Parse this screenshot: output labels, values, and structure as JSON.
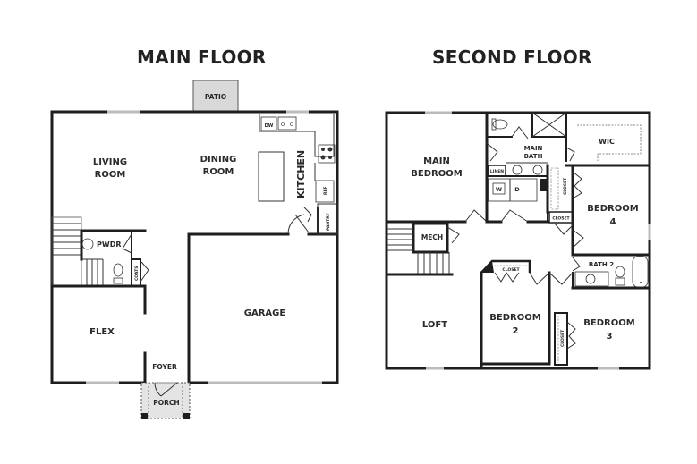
{
  "floors": {
    "main": {
      "title": "MAIN FLOOR",
      "rooms": {
        "patio": "PATIO",
        "living_1": "LIVING",
        "living_2": "ROOM",
        "dining_1": "DINING",
        "dining_2": "ROOM",
        "kitchen": "KITCHEN",
        "dw": "DW",
        "ref": "REF",
        "pantry": "PANTRY",
        "pwdr": "PWDR",
        "coats": "COATS",
        "flex": "FLEX",
        "foyer": "FOYER",
        "porch": "PORCH",
        "garage": "GARAGE"
      }
    },
    "second": {
      "title": "SECOND FLOOR",
      "rooms": {
        "main_bedroom_1": "MAIN",
        "main_bedroom_2": "BEDROOM",
        "main_bath_1": "MAIN",
        "main_bath_2": "BATH",
        "wic": "WIC",
        "linen": "LINEN",
        "washer": "W",
        "dryer": "D",
        "closet_bed4_side": "CLOSET",
        "closet_hall": "CLOSET",
        "bedroom4_1": "BEDROOM",
        "bedroom4_2": "4",
        "mech": "MECH",
        "closet_bed2": "CLOSET",
        "bath2": "BATH 2",
        "loft": "LOFT",
        "bedroom2_1": "BEDROOM",
        "bedroom2_2": "2",
        "closet_bed3": "CLOSET",
        "bedroom3_1": "BEDROOM",
        "bedroom3_2": "3"
      }
    }
  },
  "colors": {
    "wall": "#1e1e1e",
    "patio_fill": "#d9d9d9",
    "porch_fill": "#e4e4e4",
    "window": "#bbbbbb",
    "text": "#2a2a2a"
  }
}
